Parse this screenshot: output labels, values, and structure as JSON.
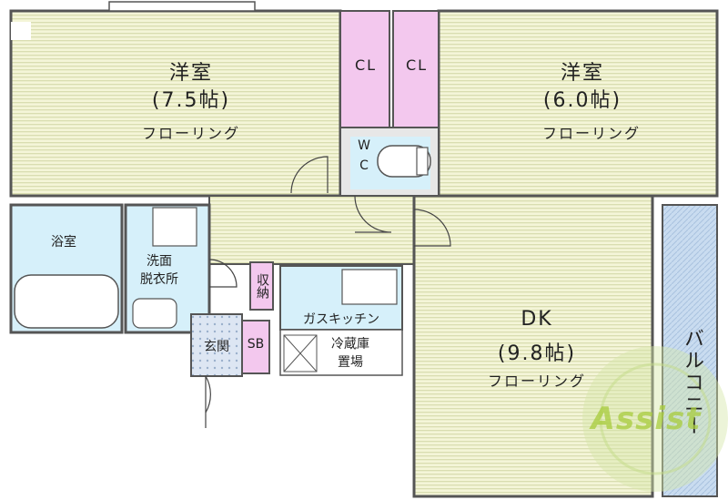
{
  "rooms": {
    "western_left": {
      "name": "洋室",
      "size": "(7.5帖)",
      "floor": "フローリング"
    },
    "western_right": {
      "name": "洋室",
      "size": "(6.0帖)",
      "floor": "フローリング"
    },
    "dk": {
      "name": "DK",
      "size": "(9.8帖)",
      "floor": "フローリング"
    },
    "closet_left": "CL",
    "closet_right": "CL",
    "wc": {
      "line1": "W",
      "line2": "C"
    },
    "bath": "浴室",
    "washroom": {
      "line1": "洗面",
      "line2": "脱衣所"
    },
    "storage": "収納",
    "kitchen": "ガスキッチン",
    "fridge": {
      "line1": "冷蔵庫",
      "line2": "置場"
    },
    "entrance": "玄関",
    "shoe_box": "SB",
    "balcony": "バルコニー"
  },
  "logo": "Assist",
  "colors": {
    "floor_stripe": "#ecefc4",
    "closet": "#f3c8ee",
    "wet_area": "#d6f0fa",
    "balcony": "#c5dbf2",
    "entrance_tile": "#d6e3f4",
    "wall": "#5a5a5a",
    "logo_green": "#a8cc3c"
  }
}
